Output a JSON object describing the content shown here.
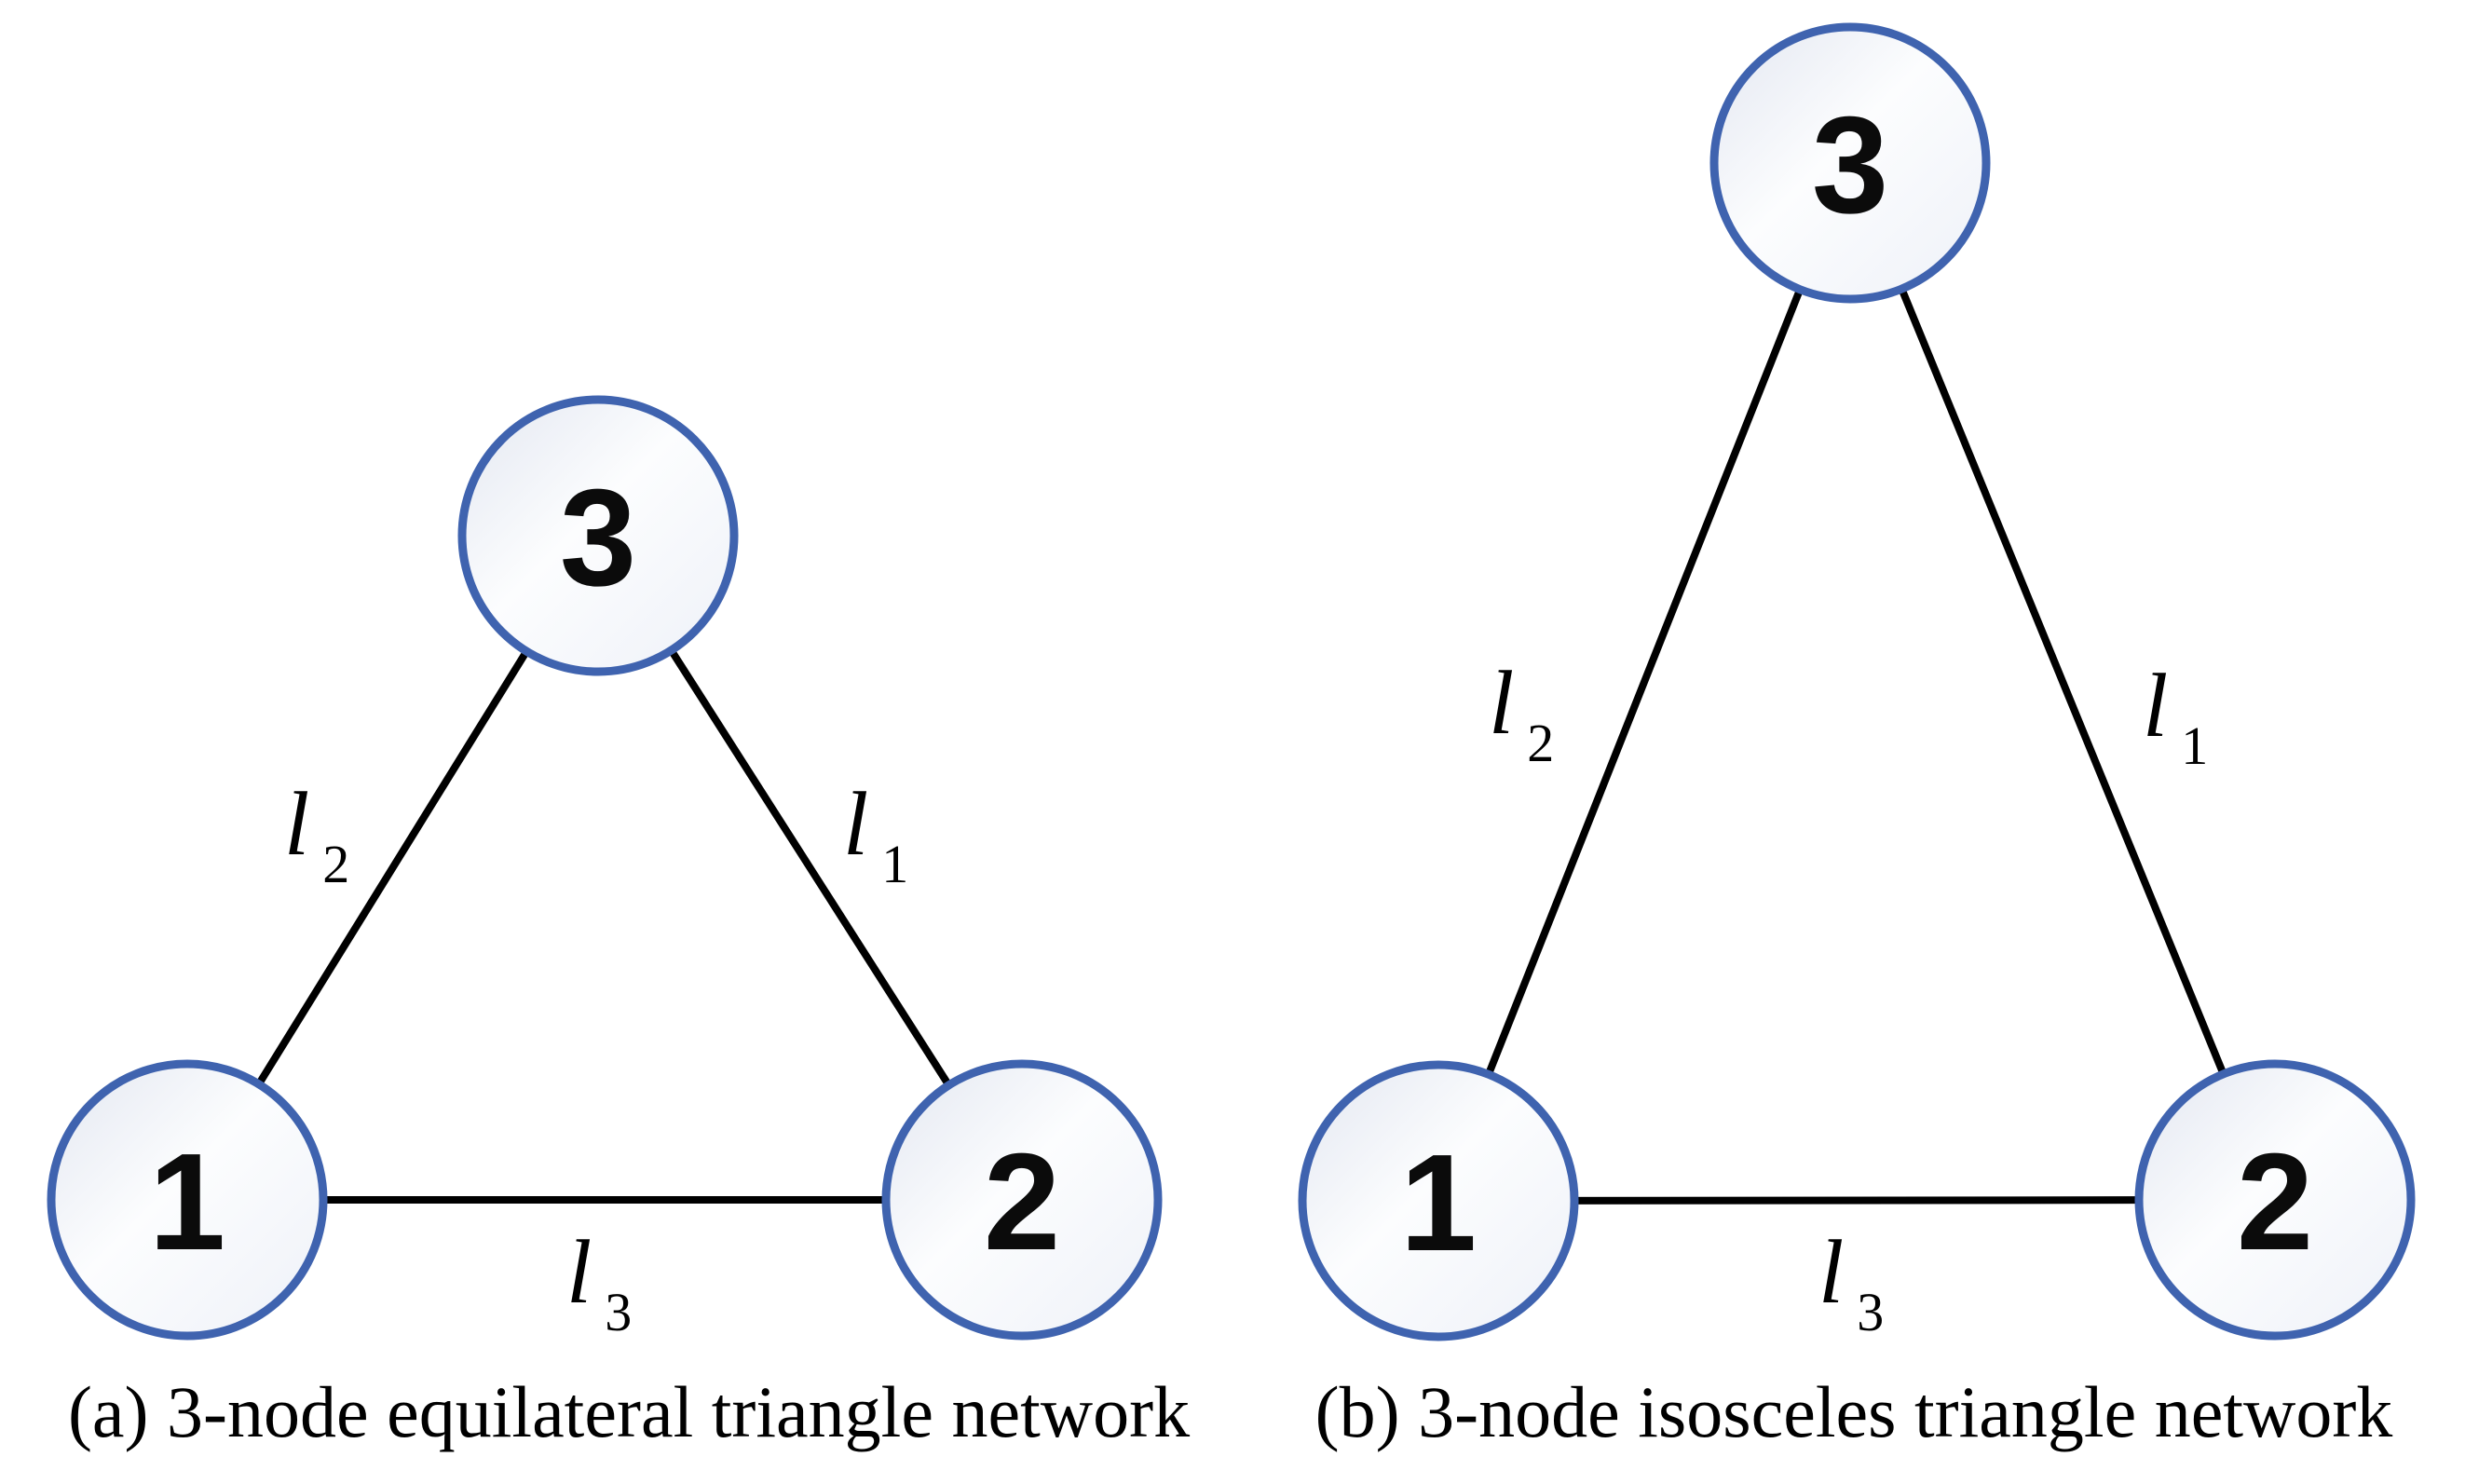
{
  "background": "#ffffff",
  "colors": {
    "node_border": "#3F63AF",
    "node_fill_shade": "#e3e7f1",
    "node_fill_light": "#fcfdfe",
    "node_fill_edge": "#eef1f8",
    "edge_color": "#000000",
    "text_color": "#000000"
  },
  "diagrams": [
    {
      "id": "a",
      "caption": "(a) 3-node equilateral triangle network",
      "nodes": [
        {
          "id": "1",
          "label": "1"
        },
        {
          "id": "2",
          "label": "2"
        },
        {
          "id": "3",
          "label": "3"
        }
      ],
      "edges": [
        {
          "between": "1-3",
          "label_base": "l",
          "label_sub": "2"
        },
        {
          "between": "2-3",
          "label_base": "l",
          "label_sub": "1"
        },
        {
          "between": "1-2",
          "label_base": "l",
          "label_sub": "3"
        }
      ]
    },
    {
      "id": "b",
      "caption": "(b) 3-node isosceles triangle network",
      "nodes": [
        {
          "id": "1",
          "label": "1"
        },
        {
          "id": "2",
          "label": "2"
        },
        {
          "id": "3",
          "label": "3"
        }
      ],
      "edges": [
        {
          "between": "1-3",
          "label_base": "l",
          "label_sub": "2"
        },
        {
          "between": "2-3",
          "label_base": "l",
          "label_sub": "1"
        },
        {
          "between": "1-2",
          "label_base": "l",
          "label_sub": "3"
        }
      ]
    }
  ]
}
